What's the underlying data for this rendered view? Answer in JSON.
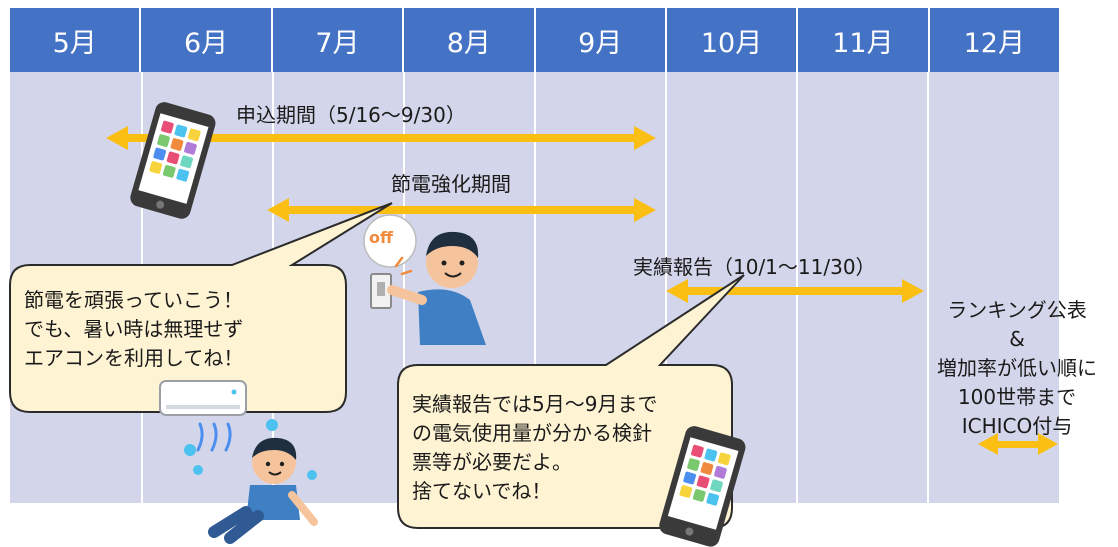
{
  "months": [
    "5月",
    "6月",
    "7月",
    "8月",
    "9月",
    "10月",
    "11月",
    "12月"
  ],
  "periods": {
    "application": "申込期間（5/16〜9/30）",
    "saving": "節電強化期間",
    "report": "実績報告（10/1〜11/30）"
  },
  "bubbles": {
    "aircon": [
      "節電を頑張っていこう！",
      "でも、暑い時は無理せず",
      "エアコンを利用してね！"
    ],
    "report": [
      "実績報告では5月〜9月まで",
      "の電気使用量が分かる検針",
      "票等が必要だよ。",
      "捨てないでね！"
    ]
  },
  "switch_sign": "off",
  "right_note": [
    "ランキング公表",
    "&",
    "増加率が低い順に",
    "100世帯まで",
    "ICHICO付与"
  ],
  "colors": {
    "header": "#4472c4",
    "board": "#d3d6ea",
    "arrow": "#fbbf14",
    "bubble_fill": "#fef3d3",
    "bubble_stroke": "#2b2b2b"
  }
}
